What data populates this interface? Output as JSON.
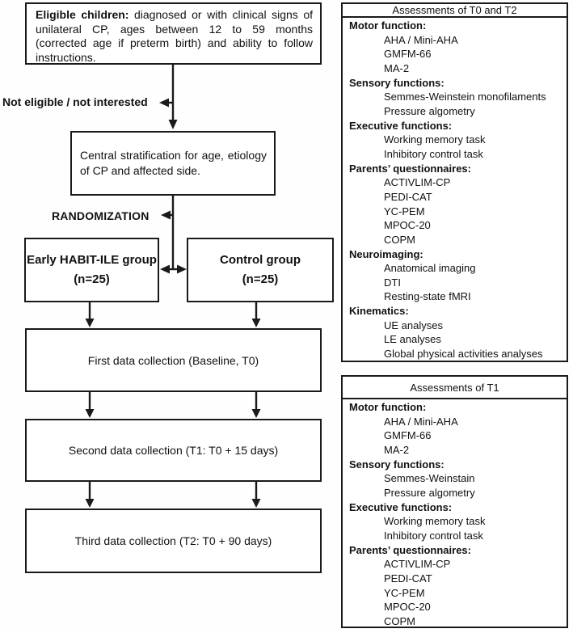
{
  "figure": {
    "type": "study-design-flowchart"
  },
  "flowchart": {
    "eligible_box": {
      "lead": "Eligible children:",
      "rest": " diagnosed or with clinical signs of unilateral CP, ages between 12 to 59 months (corrected age if preterm birth) and ability to follow instructions."
    },
    "not_eligible_label": "Not eligible / not interested",
    "stratification_box": "Central stratification for age, etiology of CP and affected side.",
    "randomization_label": "RANDOMIZATION",
    "habit_group_box": {
      "name": "Early HABIT-ILE group",
      "n": "(n=25)"
    },
    "control_group_box": {
      "name": "Control group",
      "n": "(n=25)"
    },
    "first_collection_box": "First data collection (Baseline, T0)",
    "second_collection_box": "Second data collection (T1: T0 + 15 days)",
    "third_collection_box": "Third data collection (T2: T0 + 90 days)"
  },
  "assessments_t0_t2": {
    "title": "Assessments of T0 and T2",
    "lines": [
      {
        "text": "Motor function:",
        "bold": true
      },
      {
        "text": "AHA / Mini-AHA",
        "bold": false
      },
      {
        "text": "GMFM-66",
        "bold": false
      },
      {
        "text": "MA-2",
        "bold": false
      },
      {
        "text": "Sensory functions:",
        "bold": true
      },
      {
        "text": "Semmes-Weinstein monofilaments",
        "bold": false
      },
      {
        "text": "Pressure algometry",
        "bold": false
      },
      {
        "text": "Executive functions:",
        "bold": true
      },
      {
        "text": "Working memory task",
        "bold": false
      },
      {
        "text": "Inhibitory control task",
        "bold": false
      },
      {
        "text": "Parents’ questionnaires:",
        "bold": true
      },
      {
        "text": "ACTIVLIM-CP",
        "bold": false
      },
      {
        "text": "PEDI-CAT",
        "bold": false
      },
      {
        "text": "YC-PEM",
        "bold": false
      },
      {
        "text": "MPOC-20",
        "bold": false
      },
      {
        "text": "COPM",
        "bold": false
      },
      {
        "text": "Neuroimaging:",
        "bold": true
      },
      {
        "text": "Anatomical imaging",
        "bold": false
      },
      {
        "text": "DTI",
        "bold": false
      },
      {
        "text": "Resting-state fMRI",
        "bold": false
      },
      {
        "text": "Kinematics:",
        "bold": true
      },
      {
        "text": "UE analyses",
        "bold": false
      },
      {
        "text": "LE analyses",
        "bold": false
      },
      {
        "text": "Global physical activities analyses",
        "bold": false
      }
    ]
  },
  "assessments_t1": {
    "title": "Assessments of T1",
    "lines": [
      {
        "text": "Motor function:",
        "bold": true
      },
      {
        "text": "AHA / Mini-AHA",
        "bold": false
      },
      {
        "text": "GMFM-66",
        "bold": false
      },
      {
        "text": "MA-2",
        "bold": false
      },
      {
        "text": "Sensory functions:",
        "bold": true
      },
      {
        "text": "Semmes-Weinstain",
        "bold": false
      },
      {
        "text": "Pressure algometry",
        "bold": false
      },
      {
        "text": "Executive functions:",
        "bold": true
      },
      {
        "text": "Working memory task",
        "bold": false
      },
      {
        "text": "Inhibitory control task",
        "bold": false
      },
      {
        "text": "Parents’ questionnaires:",
        "bold": true
      },
      {
        "text": "ACTIVLIM-CP",
        "bold": false
      },
      {
        "text": "PEDI-CAT",
        "bold": false
      },
      {
        "text": "YC-PEM",
        "bold": false
      },
      {
        "text": "MPOC-20",
        "bold": false
      },
      {
        "text": "COPM",
        "bold": false
      }
    ]
  },
  "colors": {
    "line": "#1a1a1a",
    "background": "#ffffff",
    "text": "#111111"
  }
}
